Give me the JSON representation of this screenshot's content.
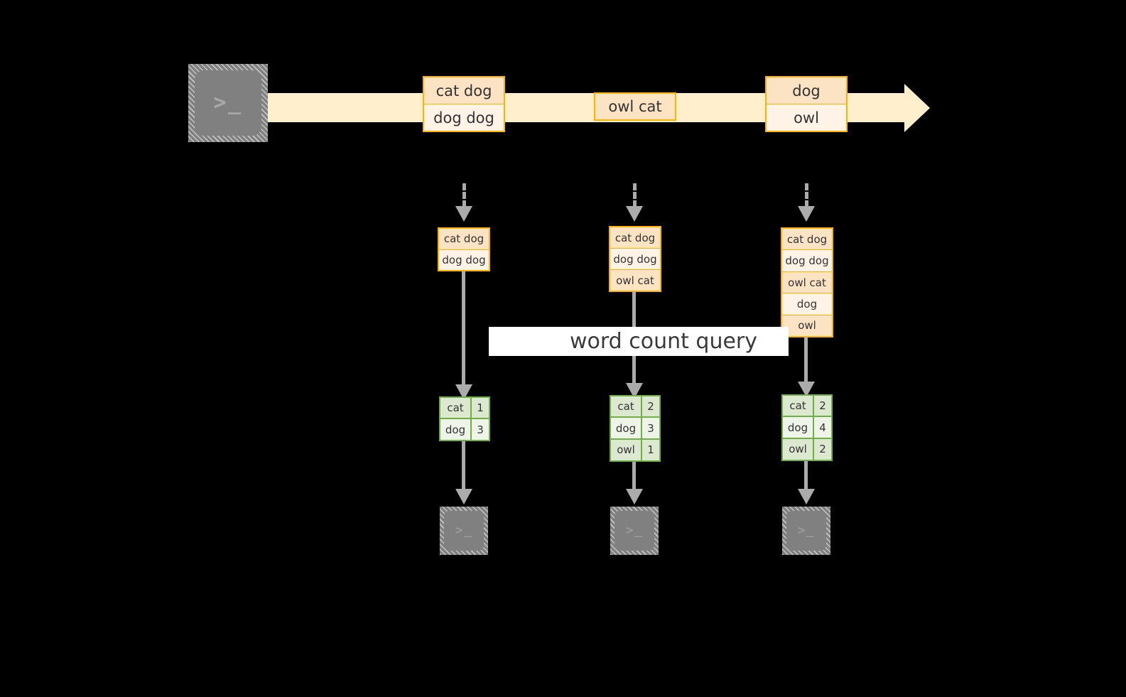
{
  "diagram": {
    "title": "word count streaming query diagram",
    "colors": {
      "background": "#000000",
      "stream_fill": "#FFEFCC",
      "record_border": "#FFB200",
      "record_fill_dark": "#FCE3C4",
      "record_fill_light": "#FEF3E6",
      "result_border": "#6FAF46",
      "result_fill_dark": "#DDE8D0",
      "result_fill_light": "#EFF4E9",
      "connector": "#ABABAB",
      "terminal_fill": "#808080",
      "band_fill": "#FFFFFF"
    }
  },
  "source": {
    "icon_name": "terminal-icon",
    "glyph": ">_"
  },
  "stream": {
    "arrow_name": "stream-arrow",
    "events": [
      {
        "name": "stream-event-1",
        "rows": [
          {
            "text": "cat dog",
            "shade": "a"
          },
          {
            "text": "dog dog",
            "shade": "b"
          }
        ]
      },
      {
        "name": "stream-event-2",
        "rows": [
          {
            "text": "owl cat",
            "shade": "a"
          }
        ]
      },
      {
        "name": "stream-event-3",
        "rows": [
          {
            "text": "dog",
            "shade": "a"
          },
          {
            "text": "owl",
            "shade": "b"
          }
        ]
      }
    ]
  },
  "query": {
    "label": "word count query"
  },
  "columns": [
    {
      "name": "trigger-1",
      "input_table": {
        "name": "input-table-1",
        "rows": [
          {
            "text": "cat dog",
            "shade": "a"
          },
          {
            "text": "dog dog",
            "shade": "b"
          }
        ]
      },
      "result_table": {
        "name": "result-table-1",
        "rows": [
          {
            "word": "cat",
            "count": "1",
            "shade": "a"
          },
          {
            "word": "dog",
            "count": "3",
            "shade": "b"
          }
        ]
      },
      "sink": {
        "name": "sink-terminal-1",
        "glyph": ">_"
      }
    },
    {
      "name": "trigger-2",
      "input_table": {
        "name": "input-table-2",
        "rows": [
          {
            "text": "cat dog",
            "shade": "a"
          },
          {
            "text": "dog dog",
            "shade": "b"
          },
          {
            "text": "owl cat",
            "shade": "a"
          }
        ]
      },
      "result_table": {
        "name": "result-table-2",
        "rows": [
          {
            "word": "cat",
            "count": "2",
            "shade": "a"
          },
          {
            "word": "dog",
            "count": "3",
            "shade": "b"
          },
          {
            "word": "owl",
            "count": "1",
            "shade": "a"
          }
        ]
      },
      "sink": {
        "name": "sink-terminal-2",
        "glyph": ">_"
      }
    },
    {
      "name": "trigger-3",
      "input_table": {
        "name": "input-table-3",
        "rows": [
          {
            "text": "cat dog",
            "shade": "a"
          },
          {
            "text": "dog dog",
            "shade": "b"
          },
          {
            "text": "owl cat",
            "shade": "a"
          },
          {
            "text": "dog",
            "shade": "b"
          },
          {
            "text": "owl",
            "shade": "a"
          }
        ]
      },
      "result_table": {
        "name": "result-table-3",
        "rows": [
          {
            "word": "cat",
            "count": "2",
            "shade": "a"
          },
          {
            "word": "dog",
            "count": "4",
            "shade": "b"
          },
          {
            "word": "owl",
            "count": "2",
            "shade": "a"
          }
        ]
      },
      "sink": {
        "name": "sink-terminal-3",
        "glyph": ">_"
      }
    }
  ]
}
